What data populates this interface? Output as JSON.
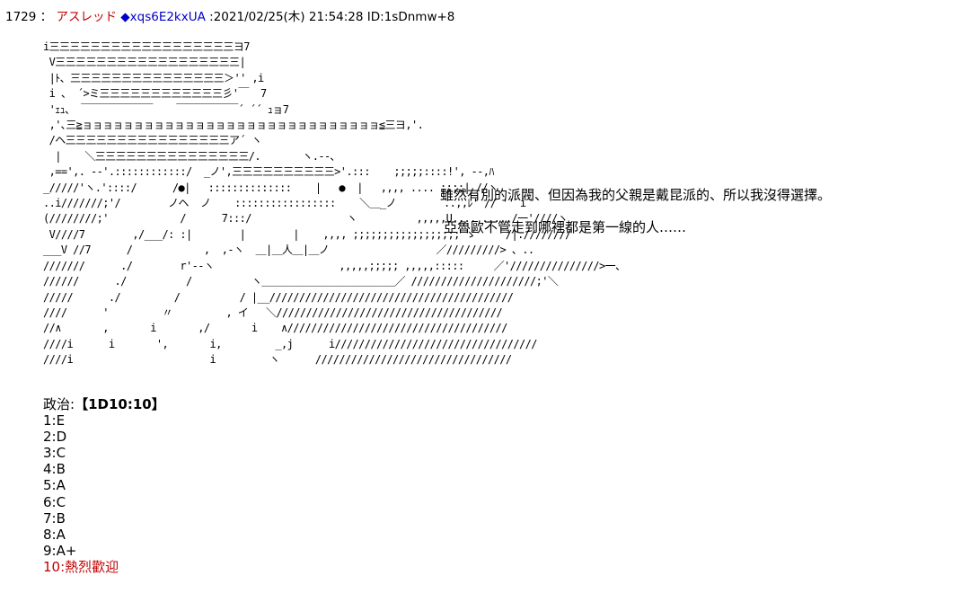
{
  "post": {
    "number": "1729",
    "separator": "：",
    "name": "アスレッド",
    "trip": "◆xqs6E2kxUA",
    "datetime": "2021/02/25(木) 21:54:28",
    "id": "ID:1sDnmw+8"
  },
  "ascii_art": "i三三三三三三三三三三三三三三三三三三ヨ7\n V三三三三三三三三三三三三三三三三三三|\n |ﾄ、三三三三三三三三三三三三三三三＞'' ,i\n i 、 ´>ミ三三三三三三三三三三三三彡'￣  7\n 'ｪｭ、 ￣￣￣￣￣￣￣    ￣￣￣￣￣￣´ ´´ ｭョ7\n ,'､三≧ョョョョョョョョョョョョョョョョョョョョョョョョョョョョョ≦三ヨ,'.\n /ヘ三三三三三三三三三三三三三三三三ア´ ヽ\n  |    ＼三三三三三三三三三三三三三三三/.       ヽ.-‐､\n ,==',. -‐'.::::::::::::/  _ノ',三三三三三三三三三三>'.:::    ;;;;;::::!', -‐,ﾊ\n_/////'ヽ.'::::/      /●|   ::::::::::::::    |   ●  |   ,,,, .... ;;;;| //ヽ\n..i///////;'/        ノヘ  ノ    :::::::::::::::::    ＼＿_ノ        ..,,ﾚ' // '' i\n(////////;'            /      7:::/                ヽ          ,,,,,U.... ...../一'////ヽ\n V////7        ,/___/: :|        |        |    ,,,, ;;;;;;;;;;;;;;;;;; ゞ     /|.////////\n___V //7      /            ,  ,-ヽ  ＿|＿人＿|＿ノ                  ／/////////> 、..\n///////      ./        r'--ヽ                     ,,,,,;;;;; ,,,,,:::::     ／'///////////////>一、\n//////      ./          /          ヽ＿＿＿＿＿＿＿＿＿＿＿＿＿／ /////////////////////;'＼\n/////      ./         /          / |__/////////////////////////////////////////\n////      '         〃         , イ   ＼//////////////////////////////////////\n//∧       ,       i       ,/       i    ∧/////////////////////////////////////\n////i      i       ',       i,         _,j      i//////////////////////////////////\n////i                       i         ヽ      /////////////////////////////////",
  "side_text": [
    "雖然有別的派閥、但因為我的父親是戴昆派的、所以我沒得選擇。",
    "亞魯歐不管走到哪裡都是第一線的人……"
  ],
  "results": {
    "label": "政治:",
    "dice": "【1D10:10】",
    "rows": [
      "1:E",
      "2:D",
      "3:C",
      "4:B",
      "5:A",
      "6:C",
      "7:B",
      "8:A",
      "9:A+",
      "10:熱烈歡迎"
    ],
    "highlight_color": "#c00000"
  },
  "colors": {
    "name": "#c00000",
    "trip": "#0000cc",
    "text": "#000000"
  }
}
